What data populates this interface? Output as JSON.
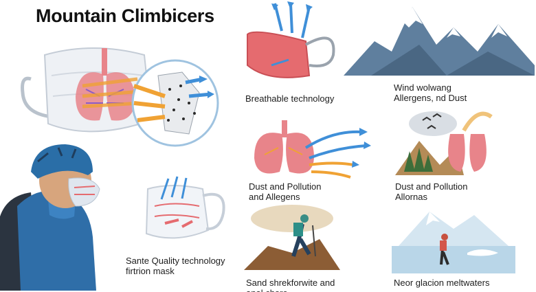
{
  "title": "Mountain Climbicers",
  "captions": {
    "breathable": [
      "Breathable technology"
    ],
    "wind": [
      "Wind wolwang",
      "Allergens, nd Dust"
    ],
    "dust_left": [
      "Dust and Pollution",
      "and Allegens"
    ],
    "dust_right": [
      "Dust and Pollution",
      "Allornas"
    ],
    "filtration": [
      "Sante Quality technology",
      "firtrion mask"
    ],
    "sand": [
      "Sand shrekforwite and",
      "anal chore"
    ],
    "glacier": [
      "Neor glacion meltwaters"
    ]
  },
  "colors": {
    "mask_pink": "#e56b6f",
    "lungs": "#e8848a",
    "arrow_blue": "#3f8fd8",
    "arrow_orange": "#f0a234",
    "mountain": "#5f7f9e",
    "jacket": "#2f6ea8",
    "helmet": "#1f3d5c"
  },
  "icons": [
    "face-mask-filter-icon",
    "pink-mask-icon",
    "mountain-range-icon",
    "lungs-pollution-icon",
    "forest-lungs-icon",
    "white-mask-icon",
    "sand-hiker-icon",
    "glacier-hiker-icon",
    "climber-portrait-icon"
  ]
}
